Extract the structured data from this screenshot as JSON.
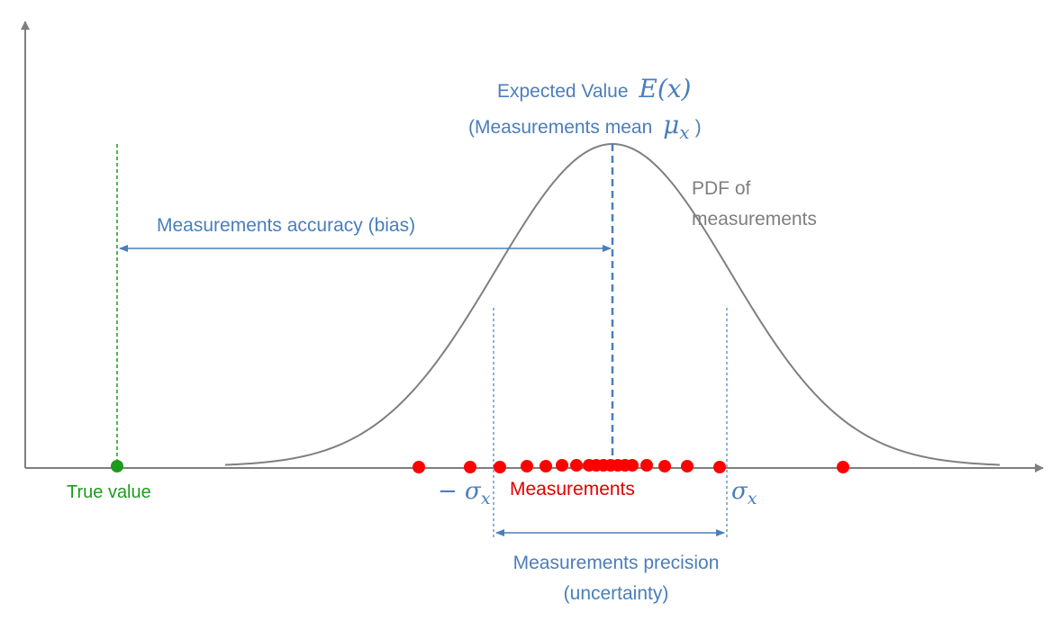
{
  "labels": {
    "expected_value": "Expected Value",
    "expected_value_math": "E(x)",
    "mean_prefix": "(Measurements mean",
    "mean_symbol": "μ",
    "mean_subscript": "x",
    "mean_suffix": ")",
    "pdf_line1": "PDF of",
    "pdf_line2": "measurements",
    "accuracy": "Measurements accuracy (bias)",
    "true_value": "True value",
    "measurements": "Measurements",
    "neg_sigma": "− σ",
    "neg_sigma_sub": "x",
    "pos_sigma": "σ",
    "pos_sigma_sub": "x",
    "precision_line1": "Measurements precision",
    "precision_line2": "(uncertainty)"
  },
  "colors": {
    "axis": "#7f7f7f",
    "curve": "#7f7f7f",
    "annotation": "#4a7ebb",
    "measurement_dot": "#ff0000",
    "true_value": "#1e9a1e"
  },
  "icons": {
    "axis_arrow": "arrowhead",
    "annotation_arrow": "arrowhead"
  }
}
